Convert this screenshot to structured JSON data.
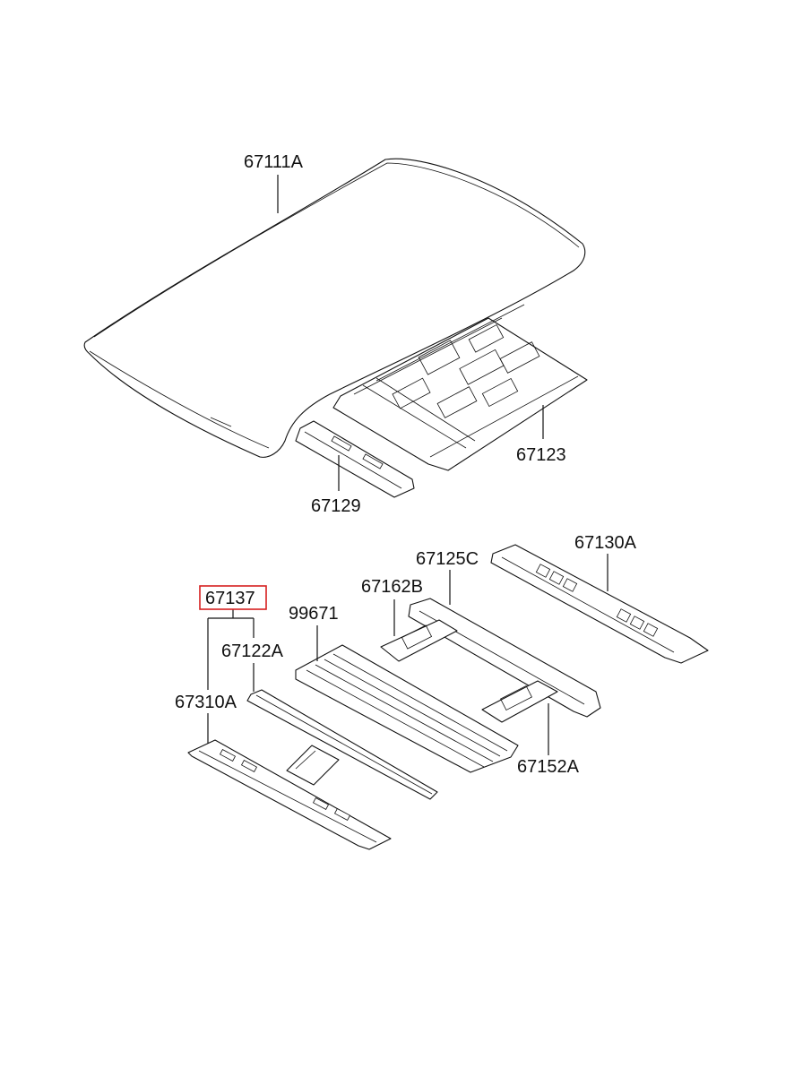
{
  "labels": {
    "roof_panel": "67111A",
    "rear_rail": "67123",
    "front_rail": "67129",
    "rail_130": "67130A",
    "rail_125": "67125C",
    "bracket_162": "67162B",
    "bow_99671": "99671",
    "assembly": "67137",
    "rail_122": "67122A",
    "rail_310": "67310A",
    "bracket_152": "67152A"
  },
  "colors": {
    "highlight_box": "#d62020",
    "line": "#111111"
  }
}
